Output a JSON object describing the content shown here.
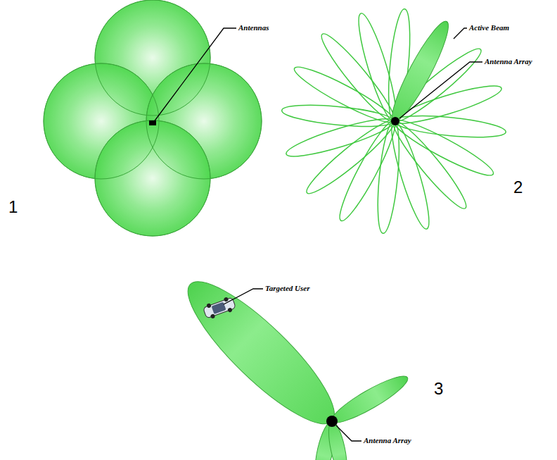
{
  "diagram": {
    "labels": [
      "Antennas",
      "1",
      "Active Beam",
      "Antenna Array",
      "2",
      "Targeted User",
      "3",
      "Antenna Array"
    ]
  }
}
